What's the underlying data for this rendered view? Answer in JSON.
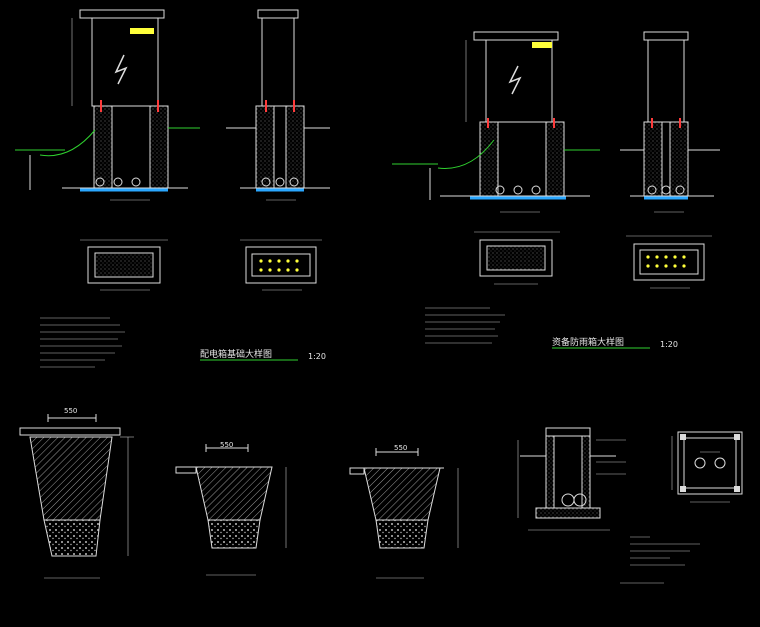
{
  "panel_left": {
    "title": "配电箱基础大样图",
    "scale": "1:20"
  },
  "panel_right": {
    "title": "资备防雨箱大样图",
    "scale": "1:20"
  },
  "bottom_dims": [
    "550",
    "550",
    "550"
  ],
  "colors": {
    "line": "#dcdcdc",
    "accent": "#2fd12f",
    "water": "#2aa7ff",
    "highlight": "#ffff3a",
    "rebar": "#ff3b3b"
  }
}
